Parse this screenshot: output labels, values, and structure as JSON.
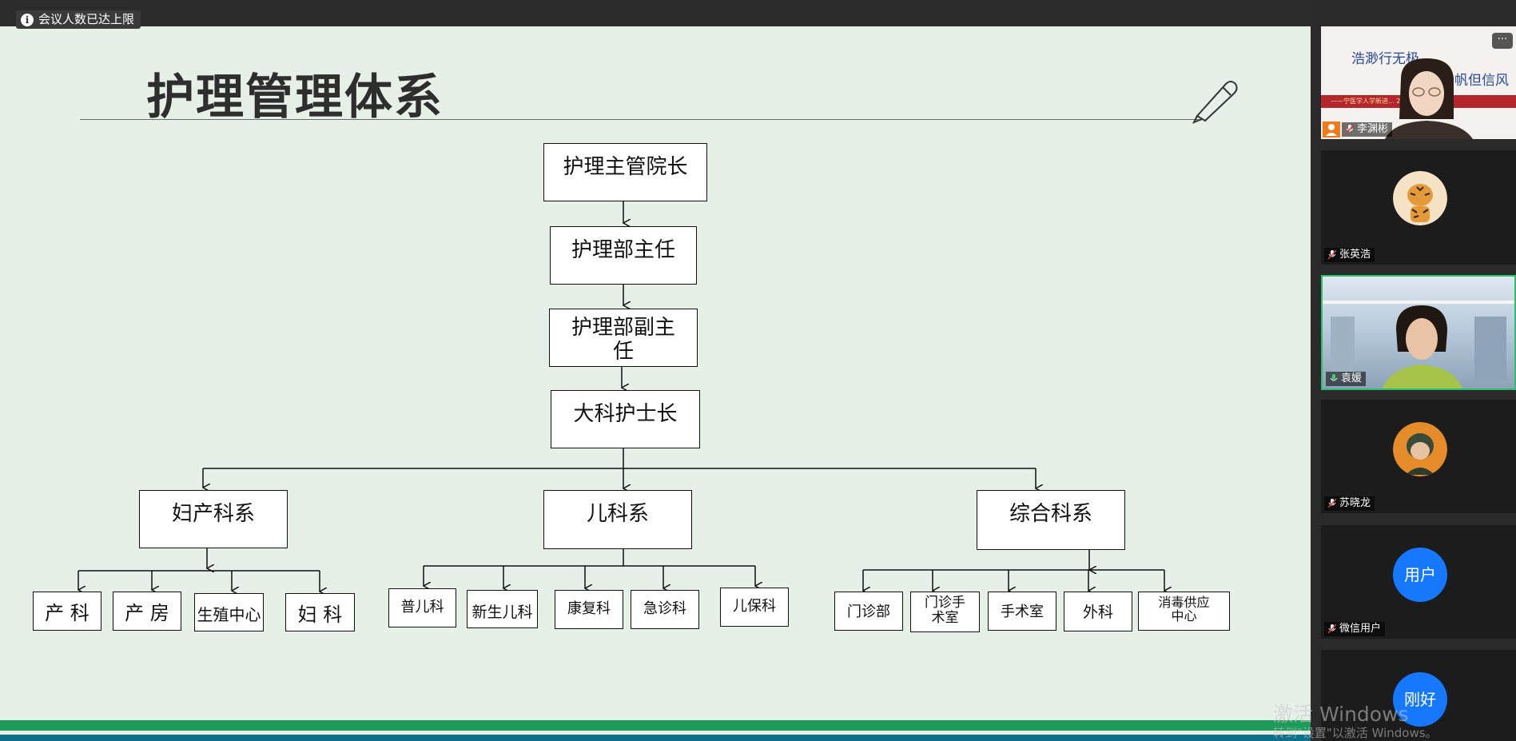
{
  "meeting": {
    "notice": "会议人数已达上限"
  },
  "slide": {
    "title": "护理管理体系",
    "chain": [
      {
        "line1": "护理主管院长",
        "line2": ""
      },
      {
        "line1": "护理部主任",
        "line2": ""
      },
      {
        "line1": "护理部副主",
        "line2": "任"
      },
      {
        "line1": "大科护士长",
        "line2": ""
      }
    ],
    "departments": [
      {
        "name": "妇产科系",
        "units": [
          {
            "line1": "产 科",
            "line2": ""
          },
          {
            "line1": "产 房",
            "line2": ""
          },
          {
            "line1": "生殖中心",
            "line2": ""
          },
          {
            "line1": "妇 科",
            "line2": ""
          }
        ]
      },
      {
        "name": "儿科系",
        "units": [
          {
            "line1": "普儿科",
            "line2": ""
          },
          {
            "line1": "新生儿科",
            "line2": ""
          },
          {
            "line1": "康复科",
            "line2": ""
          },
          {
            "line1": "急诊科",
            "line2": ""
          },
          {
            "line1": "儿保科",
            "line2": ""
          }
        ]
      },
      {
        "name": "综合科系",
        "units": [
          {
            "line1": "门诊部",
            "line2": ""
          },
          {
            "line1": "门诊手",
            "line2": "术室"
          },
          {
            "line1": "手术室",
            "line2": ""
          },
          {
            "line1": "外科",
            "line2": ""
          },
          {
            "line1": "消毒供应",
            "line2": "中心"
          }
        ]
      }
    ]
  },
  "participants": [
    {
      "name": "李渊彬",
      "type": "video",
      "banner_line1": "浩渺行无极",
      "banner_line2": "扬帆但信风",
      "banner_sub": "——宁医学人学新进... 2023年线上招聘会",
      "more": "···"
    },
    {
      "name": "张英浩",
      "type": "avatar",
      "avatar_icon": "tiger-avatar-icon"
    },
    {
      "name": "袁媛",
      "type": "video"
    },
    {
      "name": "苏晓龙",
      "type": "avatar",
      "avatar_icon": "character-avatar-icon"
    },
    {
      "name": "微信用户",
      "type": "text-avatar",
      "avatar_text": "用户"
    },
    {
      "name": "",
      "type": "text-avatar",
      "avatar_text": "刚好"
    }
  ],
  "watermark": {
    "line1": "激活 Windows",
    "line2": "转到\"设置\"以激活 Windows。"
  },
  "colors": {
    "slide_bg": "#e6f0e6",
    "footer_green": "#1e9a5a",
    "footer_teal": "#0e6f8a",
    "avatar_blue": "#1677ff",
    "active_border": "#2fbf6a"
  }
}
